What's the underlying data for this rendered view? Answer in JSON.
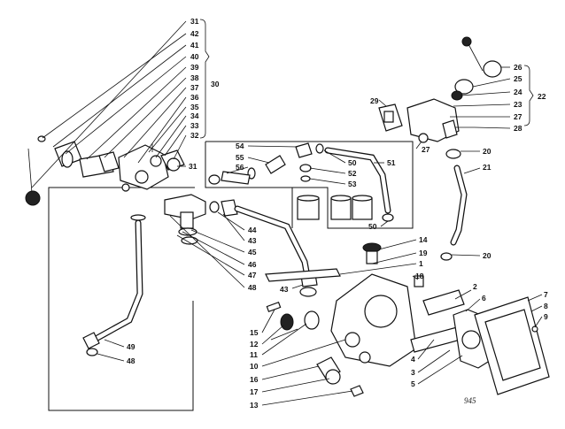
{
  "figure": {
    "reference_code": "945",
    "labels": [
      "31",
      "42",
      "41",
      "40",
      "39",
      "38",
      "37",
      "36",
      "35",
      "34",
      "33",
      "32",
      "30",
      "31",
      "26",
      "25",
      "24",
      "22",
      "23",
      "27",
      "28",
      "29",
      "27",
      "20",
      "21",
      "20",
      "54",
      "55",
      "56",
      "50",
      "51",
      "52",
      "53",
      "50",
      "44",
      "43",
      "45",
      "46",
      "47",
      "48",
      "43",
      "14",
      "19",
      "1",
      "18",
      "2",
      "6",
      "7",
      "8",
      "9",
      "15",
      "12",
      "11",
      "10",
      "16",
      "17",
      "13",
      "4",
      "3",
      "5",
      "49",
      "48"
    ]
  }
}
